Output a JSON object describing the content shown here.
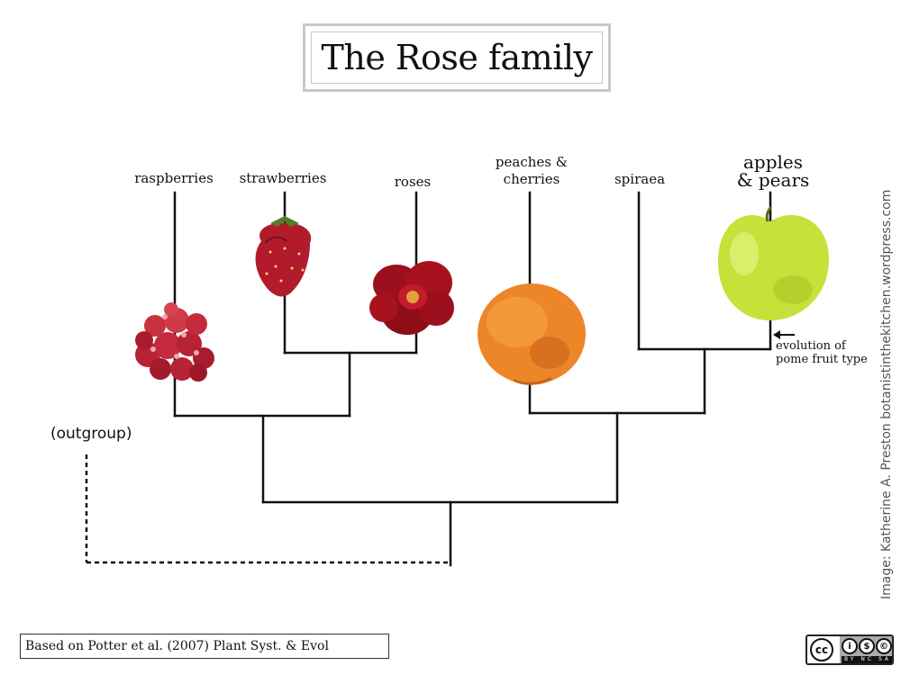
{
  "title": "The Rose family",
  "taxa": [
    {
      "id": "raspberries",
      "label": "raspberries"
    },
    {
      "id": "strawberries",
      "label": "strawberries"
    },
    {
      "id": "roses",
      "label": "roses"
    },
    {
      "id": "peaches",
      "label_line1": "peaches &",
      "label_line2": "cherries"
    },
    {
      "id": "spiraea",
      "label": "spiraea"
    },
    {
      "id": "apples",
      "label_line1": "apples",
      "label_line2": "& pears"
    }
  ],
  "annotation": {
    "line1": "evolution of",
    "line2": "pome fruit type"
  },
  "outgroup": "(outgroup)",
  "source": "Based on Potter et al. (2007) Plant Syst. & Evol",
  "credit": "Image: Katherine A. Preston botanistinthekitchen.wordpress.com",
  "license": {
    "terms": "BY NC SA",
    "by_symbol": "©",
    "colors": {
      "badge": "#ababab"
    }
  },
  "colors": {
    "raspberry": "#c2283a",
    "strawberry": "#b11b2b",
    "rose": "#a8101e",
    "peach": "#ee8a2a",
    "apple": "#c4e23a"
  }
}
